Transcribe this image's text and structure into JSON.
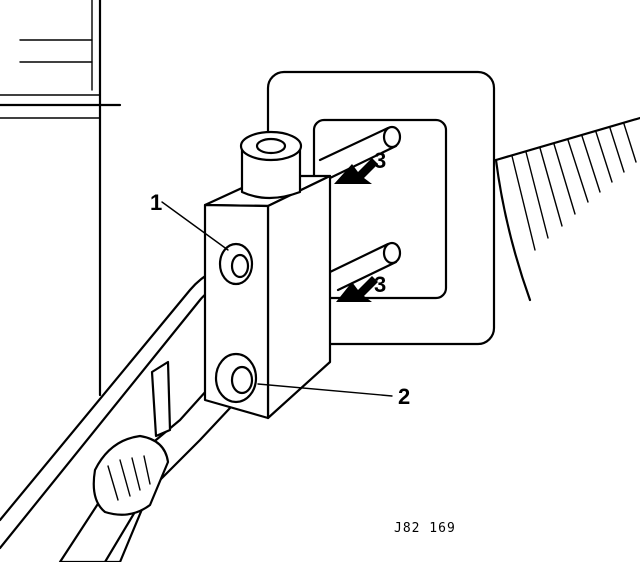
{
  "callouts": {
    "one": "1",
    "two": "2",
    "three_upper": "3",
    "three_lower": "3"
  },
  "reference_code": "J82 169"
}
